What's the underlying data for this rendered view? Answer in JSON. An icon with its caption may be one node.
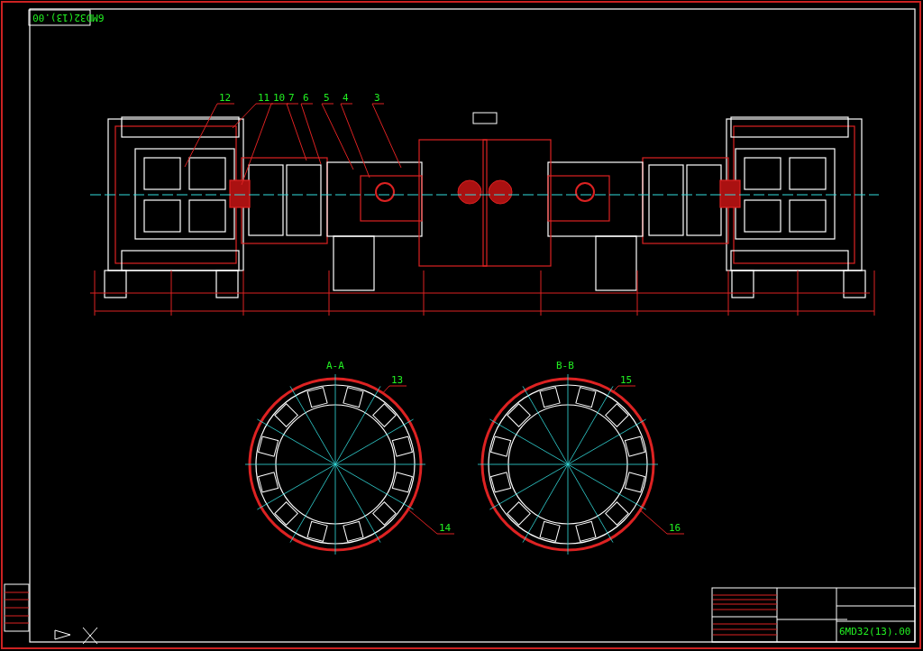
{
  "diagram": {
    "nodes": [
      {
        "text": [
          "12"
        ]
      },
      {
        "text": [
          "11"
        ]
      },
      {
        "text": [
          "10"
        ]
      },
      {
        "text": [
          "7"
        ]
      },
      {
        "text": [
          "6"
        ]
      },
      {
        "text": [
          "5"
        ]
      },
      {
        "text": [
          "4"
        ]
      },
      {
        "text": [
          "3"
        ]
      },
      {
        "text": [
          "13"
        ]
      },
      {
        "text": [
          "14"
        ]
      },
      {
        "text": [
          "15"
        ]
      },
      {
        "text": [
          "16"
        ]
      },
      {
        "text": [],
        "shape": "picture"
      },
      {
        "text": [],
        "shape": "picture"
      }
    ],
    "edges": [
      {
        "from": 0,
        "to": null,
        "arrow": "none"
      },
      {
        "from": 1,
        "to": null,
        "arrow": "none"
      },
      {
        "from": 2,
        "to": null,
        "arrow": "none"
      },
      {
        "from": 3,
        "to": null,
        "arrow": "none"
      },
      {
        "from": 4,
        "to": null,
        "arrow": "none"
      },
      {
        "from": 5,
        "to": null,
        "arrow": "none"
      },
      {
        "from": 6,
        "to": null,
        "arrow": "none"
      },
      {
        "from": 7,
        "to": null,
        "arrow": "none"
      },
      {
        "from": 8,
        "to": 12,
        "arrow": "none"
      },
      {
        "from": 9,
        "to": 12,
        "arrow": "none"
      },
      {
        "from": 10,
        "to": 13,
        "arrow": "none"
      },
      {
        "from": 11,
        "to": 13,
        "arrow": "none"
      }
    ],
    "labels": [
      "6MD32(13).00",
      "A-A",
      "B-B",
      "6MD32(13).00"
    ]
  }
}
